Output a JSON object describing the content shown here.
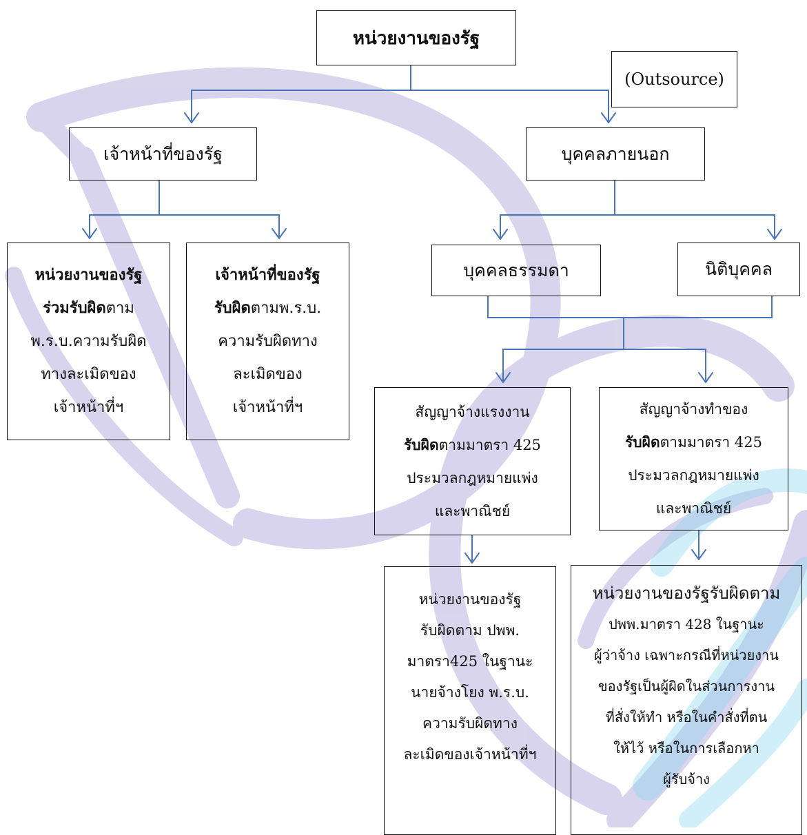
{
  "diagram": {
    "root": "หน่วยงานของรัฐ",
    "outsource": "(Outsource)",
    "state_officer": "เจ้าหน้าที่ของรัฐ",
    "outsider": "บุคคลภายนอก",
    "natural_person": "บุคคลธรรมดา",
    "juristic_person": "นิติบุคคล",
    "agency_liable": {
      "l1": "หน่วยงานของรัฐ",
      "l2_bold": "ร่วมรับผิด",
      "l2_rest": "ตาม",
      "l3": "พ.ร.บ.ความรับผิด",
      "l4": "ทางละเมิดของ",
      "l5": "เจ้าหน้าที่ฯ"
    },
    "officer_liable": {
      "l1": "เจ้าหน้าที่ของรัฐ",
      "l2_bold": "รับผิด",
      "l2_rest": "ตามพ.ร.บ.",
      "l3": "ความรับผิดทาง",
      "l4": "ละเมิดของ",
      "l5": "เจ้าหน้าที่ฯ"
    },
    "employment_contract": {
      "l1": "สัญญาจ้างแรงงาน",
      "l2_bold": "รับผิด",
      "l2_rest": "ตามมาตรา 425",
      "l3": "ประมวลกฎหมายแพ่ง",
      "l4": "และพาณิชย์"
    },
    "work_contract": {
      "l1": "สัญญาจ้างทำของ",
      "l2_bold": "รับผิด",
      "l2_rest": "ตามมาตรา 425",
      "l3": "ประมวลกฎหมายแพ่ง",
      "l4": "และพาณิชย์"
    },
    "employer_result": {
      "l1": "หน่วยงานของรัฐ",
      "l2": "รับผิดตาม ปพพ.",
      "l3": "มาตรา425 ในฐานะ",
      "l4": "นายจ้างโยง พ.ร.บ.",
      "l5": "ความรับผิดทาง",
      "l6": "ละเมิดของเจ้าหน้าที่ฯ"
    },
    "hirer_result": {
      "l1": "หน่วยงานของรัฐรับผิดตาม",
      "l2": "ปพพ.มาตรา 428 ในฐานะ",
      "l3": "ผู้ว่าจ้าง เฉพาะกรณีที่หน่วยงาน",
      "l4": "ของรัฐเป็นผู้ผิดในส่วนการงาน",
      "l5": "ที่สั่งให้ทำ หรือในคำสั่งที่ตน",
      "l6": "ให้ไว้ หรือในการเลือกหา",
      "l7": "ผู้รับจ้าง"
    }
  },
  "colors": {
    "connector": "#4A74B8",
    "watermark_purple": "#8A7CC8",
    "watermark_cyan": "#7ED4EC"
  }
}
